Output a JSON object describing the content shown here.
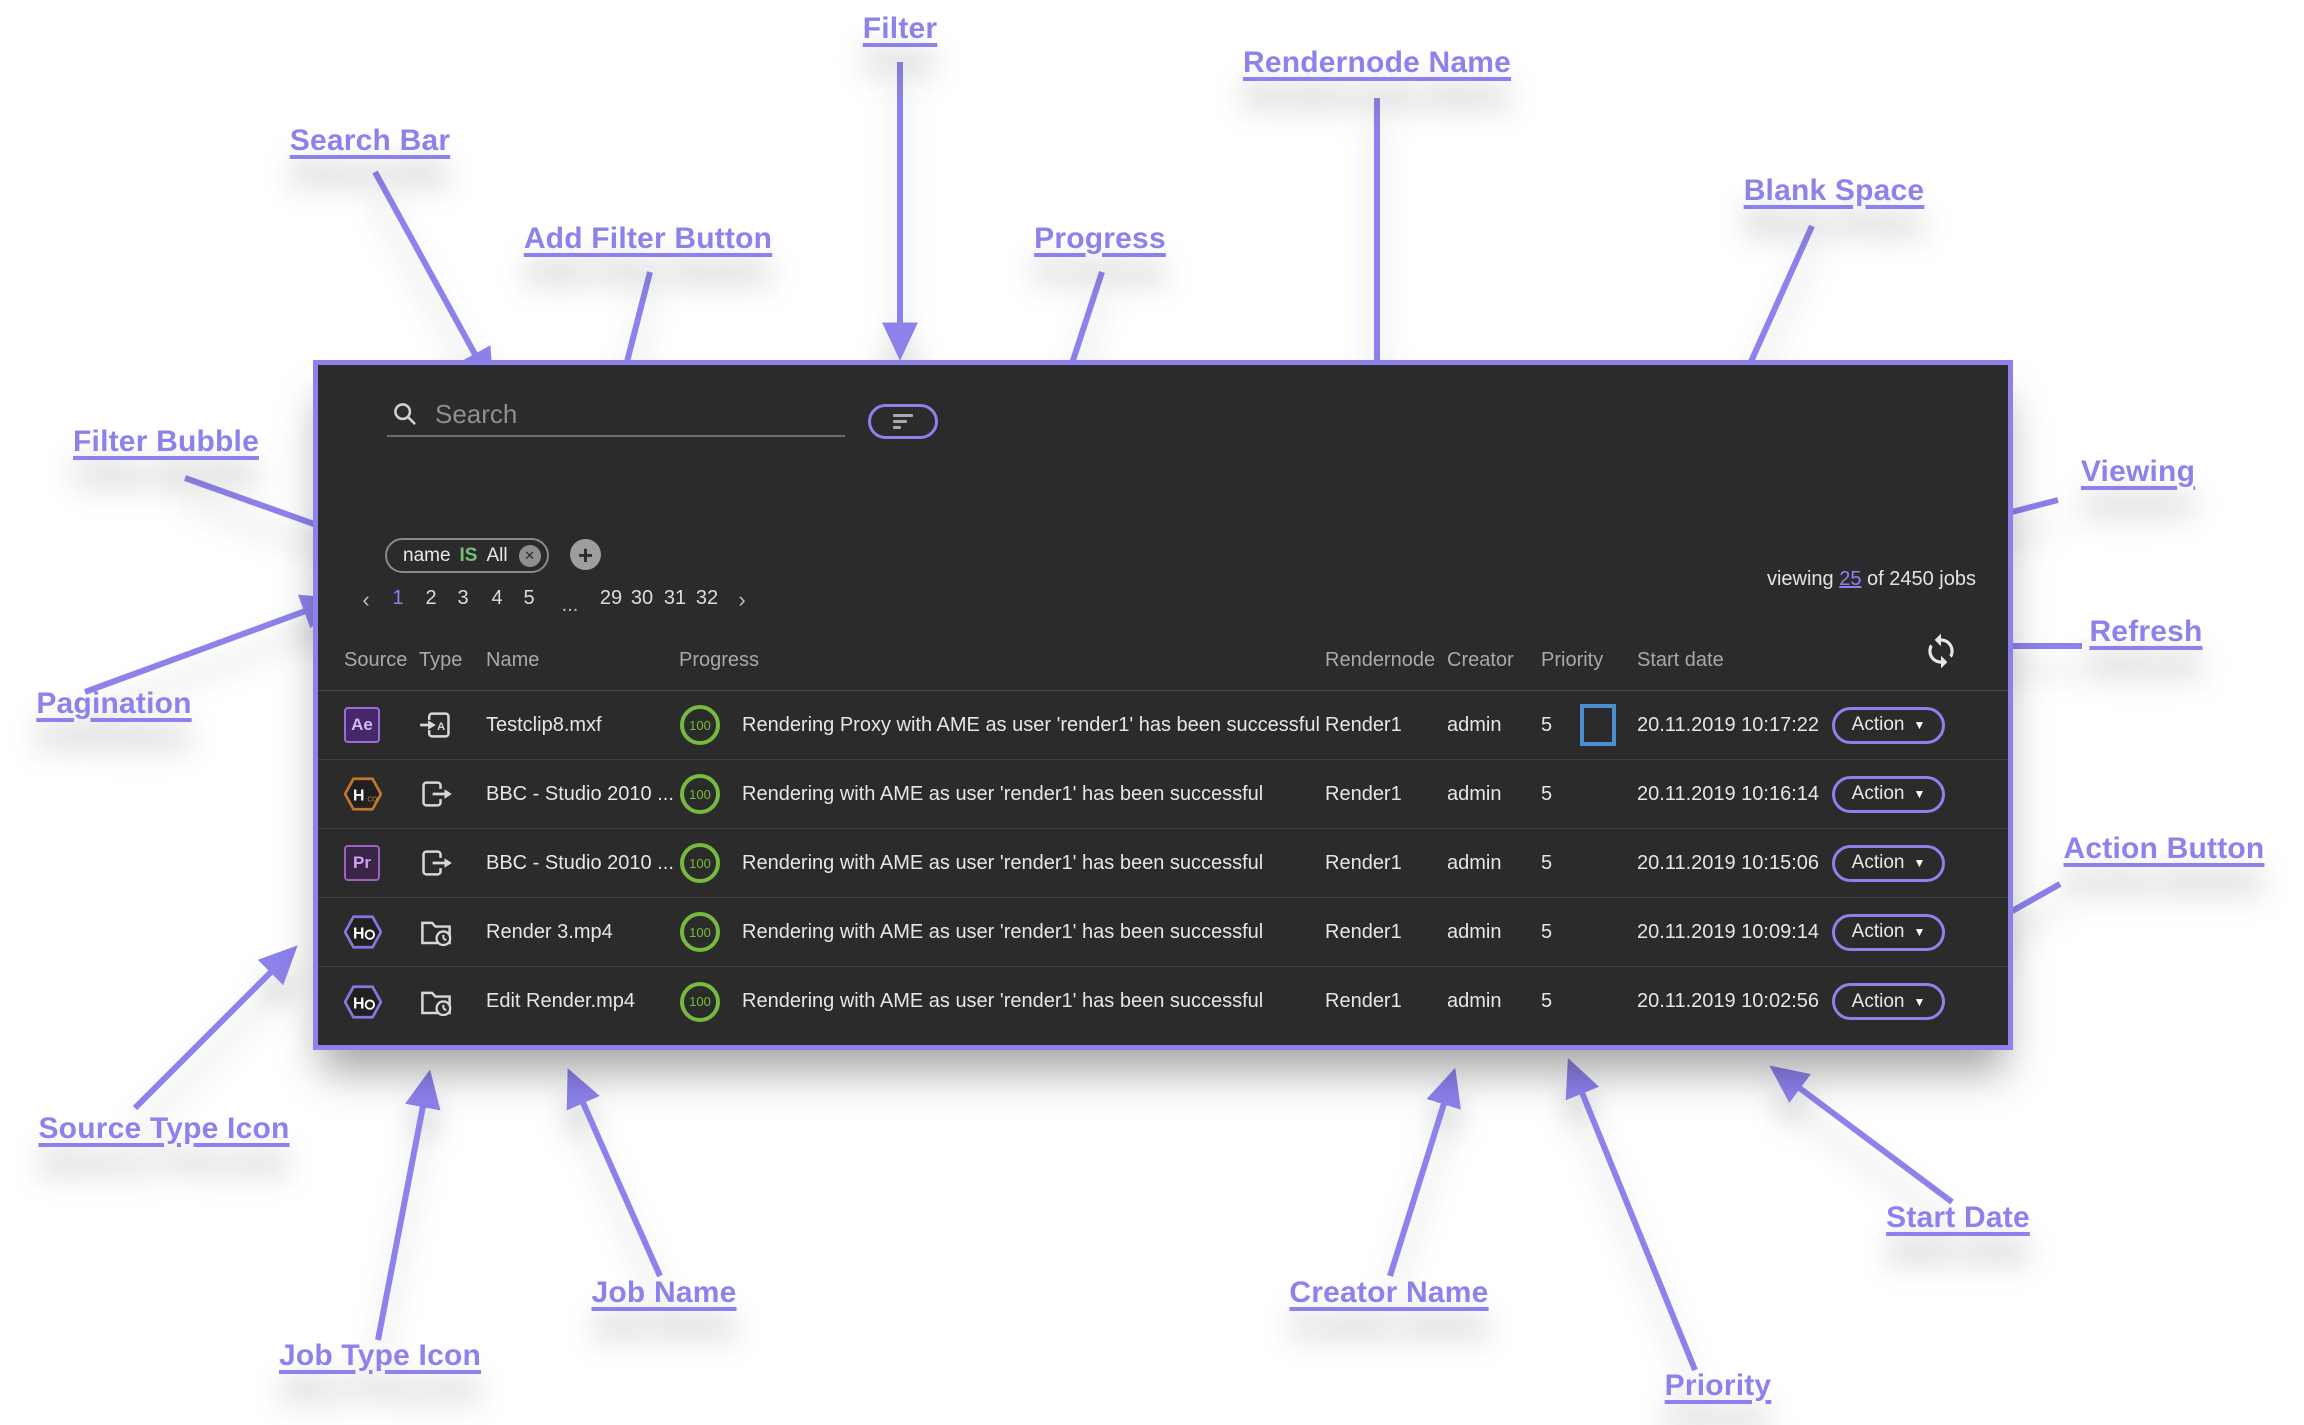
{
  "annotations": {
    "filter": "Filter",
    "search_bar": "Search Bar",
    "add_filter_button": "Add Filter Button",
    "rendernode_name": "Rendernode Name",
    "blank_space": "Blank Space",
    "progress": "Progress",
    "filter_bubble": "Filter Bubble",
    "viewing": "Viewing",
    "refresh": "Refresh",
    "pagination": "Pagination",
    "action_button": "Action Button",
    "source_type_icon": "Source Type Icon",
    "start_date": "Start Date",
    "job_name": "Job Name",
    "creator_name": "Creator Name",
    "job_type_icon": "Job Type Icon",
    "priority": "Priority"
  },
  "panel": {
    "search": {
      "placeholder": "Search",
      "icon": "search-icon"
    },
    "filter_button_icon": "filter-lines-icon",
    "filter_bubble": {
      "field": "name",
      "operator": "IS",
      "value": "All",
      "close_icon": "close-icon",
      "close_glyph": "✕"
    },
    "add_filter": {
      "icon": "plus-icon",
      "glyph": "+"
    },
    "pagination": {
      "prev": "‹",
      "pages_left": [
        "1",
        "2",
        "3",
        "4",
        "5"
      ],
      "ellipsis": "...",
      "pages_right": [
        "29",
        "30",
        "31",
        "32"
      ],
      "next": "›",
      "current_page": "1"
    },
    "viewing": {
      "prefix": "viewing",
      "link": "25",
      "suffix": "of 2450 jobs"
    },
    "refresh_icon": "refresh-sync-icon",
    "table": {
      "headers": [
        "Source",
        "Type",
        "Name",
        "Progress",
        "Rendernode",
        "Creator",
        "Priority",
        "Start date"
      ],
      "action_label": "Action",
      "action_caret": "▼",
      "source_icon_labels": {
        "ae": "Ae",
        "pr": "Pr",
        "h_orange": "H",
        "h_orange_sub": "co",
        "h_purple": "H"
      },
      "rows": [
        {
          "source_icon": "ae",
          "type_icon": "ame_in",
          "name": "Testclip8.mxf",
          "progress": "100",
          "message": "Rendering Proxy with AME as user 'render1' has been successful",
          "rendernode": "Render1",
          "creator": "admin",
          "priority": "5",
          "blank_highlight": true,
          "start_date": "20.11.2019 10:17:22"
        },
        {
          "source_icon": "h_orange",
          "type_icon": "export",
          "name": "BBC - Studio 2010 ...",
          "progress": "100",
          "message": "Rendering with AME as user 'render1' has been successful",
          "rendernode": "Render1",
          "creator": "admin",
          "priority": "5",
          "blank_highlight": false,
          "start_date": "20.11.2019 10:16:14"
        },
        {
          "source_icon": "pr",
          "type_icon": "export",
          "name": "BBC - Studio 2010 ...",
          "progress": "100",
          "message": "Rendering with AME as user 'render1' has been successful",
          "rendernode": "Render1",
          "creator": "admin",
          "priority": "5",
          "blank_highlight": false,
          "start_date": "20.11.2019 10:15:06"
        },
        {
          "source_icon": "h_purple",
          "type_icon": "watchfolder",
          "name": "Render 3.mp4",
          "progress": "100",
          "message": "Rendering with AME as user 'render1' has been successful",
          "rendernode": "Render1",
          "creator": "admin",
          "priority": "5",
          "blank_highlight": false,
          "start_date": "20.11.2019 10:09:14"
        },
        {
          "source_icon": "h_purple",
          "type_icon": "watchfolder",
          "name": "Edit Render.mp4",
          "progress": "100",
          "message": "Rendering with AME as user 'render1' has been successful",
          "rendernode": "Render1",
          "creator": "admin",
          "priority": "5",
          "blank_highlight": false,
          "start_date": "20.11.2019 10:02:56"
        }
      ]
    },
    "colors": {
      "accent_purple": "#8d82ec",
      "panel_background": "#2b2b2b",
      "progress_green": "#77b93e",
      "operator_green": "#71c175",
      "blank_space_blue": "#4a8fd0"
    }
  }
}
